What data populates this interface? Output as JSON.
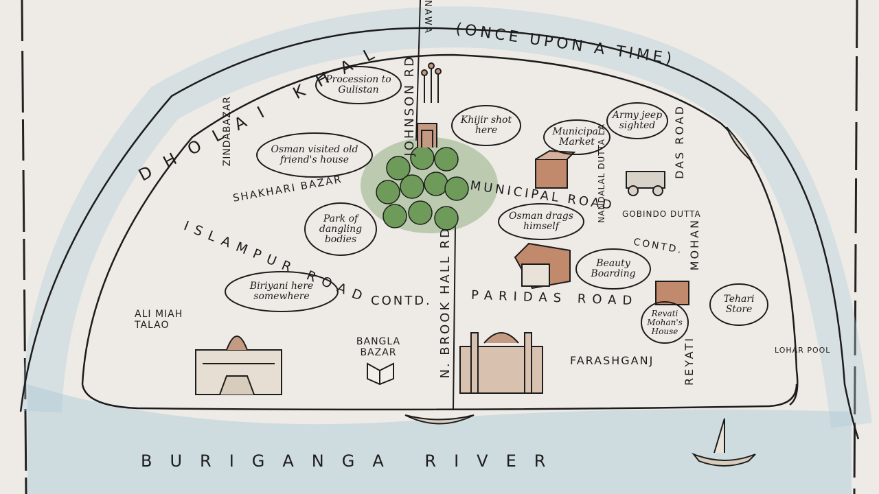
{
  "title_arc": "(ONCE UPON A TIME)",
  "canal_label": "DHOLAI KHAL",
  "river_label": "BURIGANGA RIVER",
  "roads": {
    "johnson_rd": "JOHNSON RD",
    "nawab": "NAWA",
    "n_brook_hall_rd": "N. BROOK HALL RD",
    "islampur_road": "ISLAMPUR ROAD",
    "contd_1": "CONTD.",
    "paridas_road": "PARIDAS ROAD",
    "municipal_road": "MUNICIPAL ROAD",
    "gobindo_dutta": "GOBINDO DUTTA",
    "contd_2": "CONTD.",
    "nandalal_dutta": "NANDALAL DUTTA LA",
    "das_road": "DAS ROAD",
    "mohan": "MOHAN",
    "reyati": "REYATI"
  },
  "areas": {
    "zindabazar": "ZINDABAZAR",
    "shakhari_bazar": "SHAKHARI BAZAR",
    "ali_miah_talao": "ALI MIAH TALAO",
    "bangla_bazar": "BANGLA BAZAR",
    "farashganj": "FARASHGANJ",
    "lohar_pool": "LOHAR POOL"
  },
  "notes": {
    "procession": "Procession to Gulistan",
    "khijir": "Khijir shot here",
    "army_jeep": "Army jeep sighted",
    "municipal_market": "Municipal Market",
    "osman_friend": "Osman visited old friend's house",
    "park": "Park of dangling bodies",
    "osman_drags": "Osman drags himself",
    "beauty_boarding": "Beauty Boarding",
    "biriyani": "Biriyani here somewhere",
    "tehari_store": "Tehari Store",
    "revati_mohan": "Revati Mohan's House"
  },
  "colors": {
    "paper": "#eeebe6",
    "ink": "#1c1c1c",
    "river_wash": "#a9c9d6",
    "park_green": "#5e8f4a",
    "brick": "#b0735a"
  }
}
